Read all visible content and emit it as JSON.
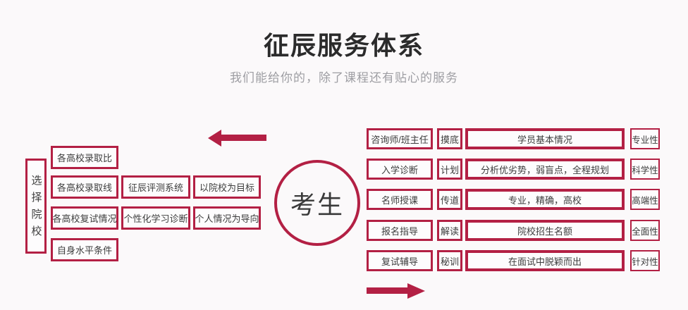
{
  "header": {
    "title": "征辰服务体系",
    "subtitle": "我们能给你的，除了课程还有贴心的服务"
  },
  "colors": {
    "accent_red": "#b32044",
    "text_dark": "#3d3d3d",
    "subtitle_gray": "#9e9ea3",
    "background": "#fbf9fa"
  },
  "icons": {
    "left_arrow": "arrow-left-icon",
    "right_arrow": "arrow-right-icon"
  },
  "left_group": {
    "category": "选择院校",
    "factors": [
      "各高校录取比",
      "各高校录取线",
      "各高校复试情况",
      "自身水平条件"
    ],
    "tools": [
      "征辰评测系统",
      "个性化学习诊断"
    ],
    "principles": [
      "以院校为目标",
      "个人情况为导向"
    ]
  },
  "center": {
    "label": "考生"
  },
  "right_group": {
    "rows": [
      {
        "service": "咨询师/班主任",
        "action": "摸底",
        "detail": "学员基本情况",
        "trait": "专业性"
      },
      {
        "service": "入学诊断",
        "action": "计划",
        "detail": "分析优劣势，弱盲点，全程规划",
        "trait": "科学性"
      },
      {
        "service": "名师授课",
        "action": "传道",
        "detail": "专业，精确，高校",
        "trait": "高端性"
      },
      {
        "service": "报名指导",
        "action": "解读",
        "detail": "院校招生名额",
        "trait": "全面性"
      },
      {
        "service": "复试辅导",
        "action": "秘训",
        "detail": "在面试中脱颖而出",
        "trait": "针对性"
      }
    ]
  }
}
